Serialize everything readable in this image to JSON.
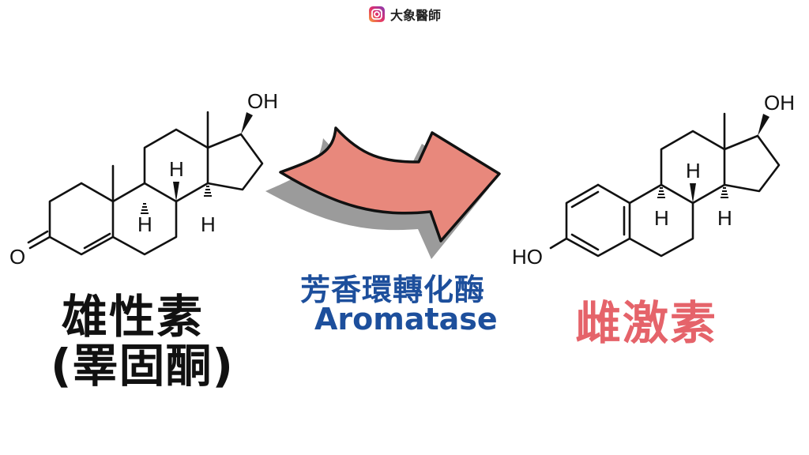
{
  "brand": {
    "name": "大象醫師",
    "icon": "instagram-icon"
  },
  "left": {
    "title": "雄性素",
    "subtitle": "(睪固酮)",
    "atoms": {
      "oh": "OH",
      "o": "O",
      "h": "H"
    }
  },
  "middle": {
    "title": "芳香環轉化酶",
    "subtitle": "Aromatase",
    "arrow_icon": "curved-arrow-icon"
  },
  "right": {
    "title": "雌激素",
    "atoms": {
      "oh_top": "OH",
      "ho": "HO",
      "h": "H"
    }
  },
  "colors": {
    "arrow": "#e8887c",
    "middle_text": "#1d4f9c",
    "right_text": "#e5636a",
    "left_text": "#111111"
  }
}
